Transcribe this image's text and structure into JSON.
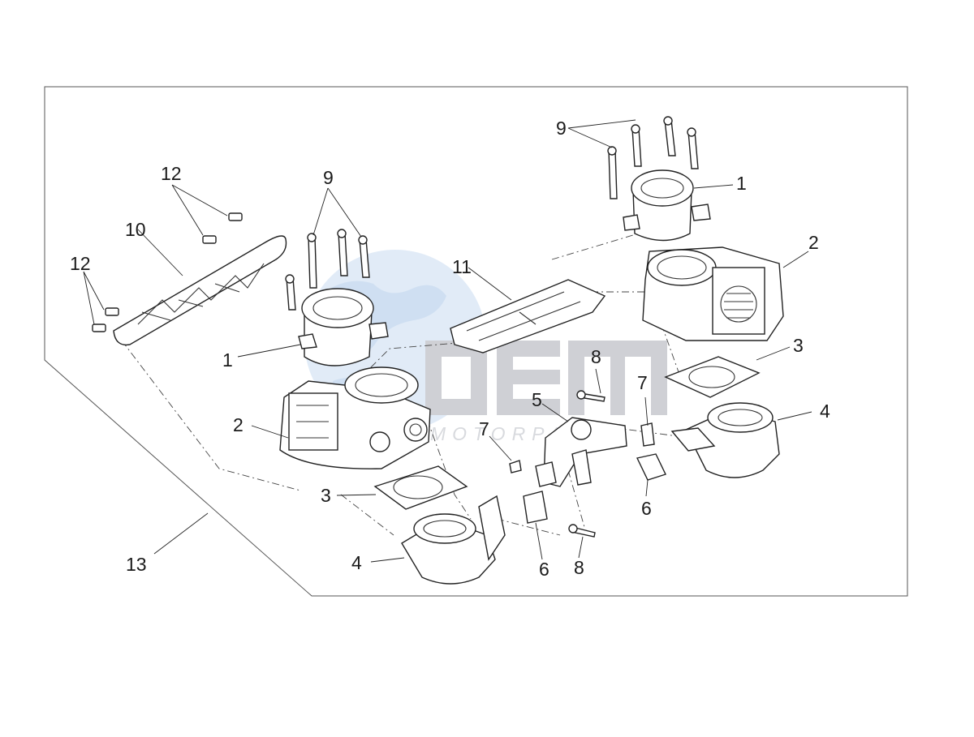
{
  "watermark": {
    "logo_text": "OEM",
    "subtext": "MOTORPARTS",
    "colors": {
      "globe_blue": "#8fb4e0",
      "gray": "#9a9da6",
      "light_gray": "#c4c6cc"
    }
  },
  "callouts": [
    {
      "id": "c1a",
      "number": "1"
    },
    {
      "id": "c1b",
      "number": "1"
    },
    {
      "id": "c2a",
      "number": "2"
    },
    {
      "id": "c2b",
      "number": "2"
    },
    {
      "id": "c3a",
      "number": "3"
    },
    {
      "id": "c3b",
      "number": "3"
    },
    {
      "id": "c4a",
      "number": "4"
    },
    {
      "id": "c4b",
      "number": "4"
    },
    {
      "id": "c5",
      "number": "5"
    },
    {
      "id": "c6a",
      "number": "6"
    },
    {
      "id": "c6b",
      "number": "6"
    },
    {
      "id": "c7a",
      "number": "7"
    },
    {
      "id": "c7b",
      "number": "7"
    },
    {
      "id": "c8a",
      "number": "8"
    },
    {
      "id": "c8b",
      "number": "8"
    },
    {
      "id": "c9a",
      "number": "9"
    },
    {
      "id": "c9b",
      "number": "9"
    },
    {
      "id": "c10",
      "number": "10"
    },
    {
      "id": "c11",
      "number": "11"
    },
    {
      "id": "c12a",
      "number": "12"
    },
    {
      "id": "c12b",
      "number": "12"
    },
    {
      "id": "c13",
      "number": "13"
    }
  ],
  "colors": {
    "line": "#222222",
    "background": "#ffffff"
  }
}
